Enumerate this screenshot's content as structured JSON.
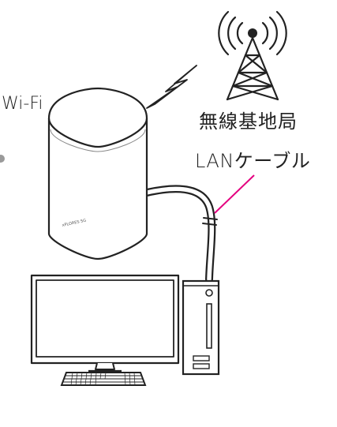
{
  "labels": {
    "wifi": "Wi-Fi",
    "base_station": "無線基地局",
    "lan_cable": "LANケーブル"
  },
  "router_brand": "xPLORES 5G",
  "icons": {
    "tower": "radio-tower-icon",
    "signal": "lightning-signal-icon",
    "router": "wifi-router-icon",
    "monitor": "monitor-icon",
    "keyboard": "keyboard-icon",
    "pc": "desktop-pc-icon"
  },
  "colors": {
    "stroke": "#222222",
    "cable_leader": "#e4007f",
    "background": "#ffffff"
  }
}
